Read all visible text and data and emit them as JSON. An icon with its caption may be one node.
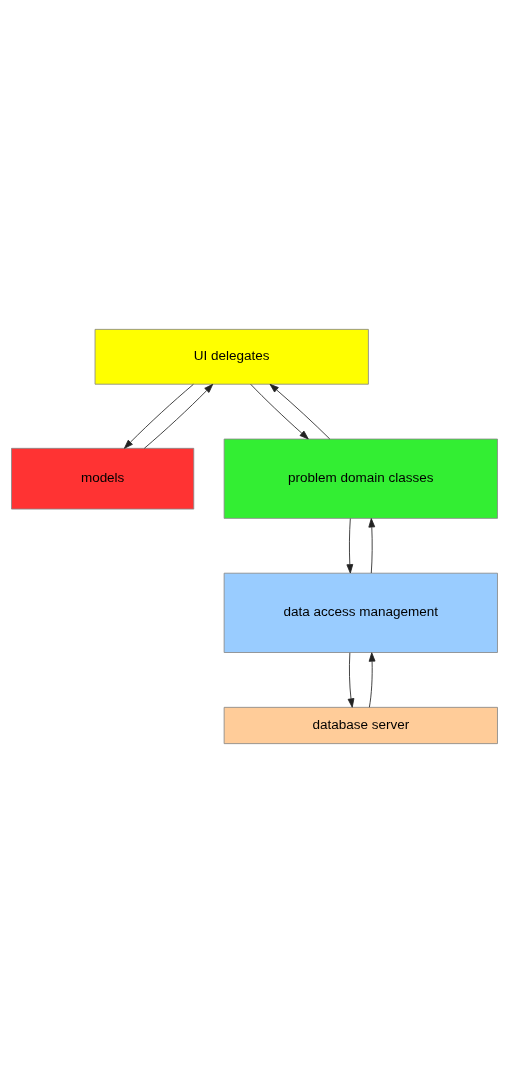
{
  "diagram": {
    "nodes": [
      {
        "text": [
          "UI delegates"
        ]
      },
      {
        "text": [
          "models"
        ]
      },
      {
        "text": [
          "problem domain classes"
        ]
      },
      {
        "text": [
          "data access management"
        ]
      },
      {
        "text": [
          "database server"
        ]
      }
    ],
    "edges": [
      {
        "from": 0,
        "to": 2,
        "arrow": "to"
      },
      {
        "from": 2,
        "to": 0,
        "arrow": "to"
      },
      {
        "from": 0,
        "to": 1,
        "arrow": "to"
      },
      {
        "from": 1,
        "to": 0,
        "arrow": "to"
      },
      {
        "from": 2,
        "to": 3,
        "arrow": "to"
      },
      {
        "from": 3,
        "to": 2,
        "arrow": "to"
      },
      {
        "from": 3,
        "to": 4,
        "arrow": "to"
      },
      {
        "from": 4,
        "to": 3,
        "arrow": "to"
      }
    ]
  }
}
